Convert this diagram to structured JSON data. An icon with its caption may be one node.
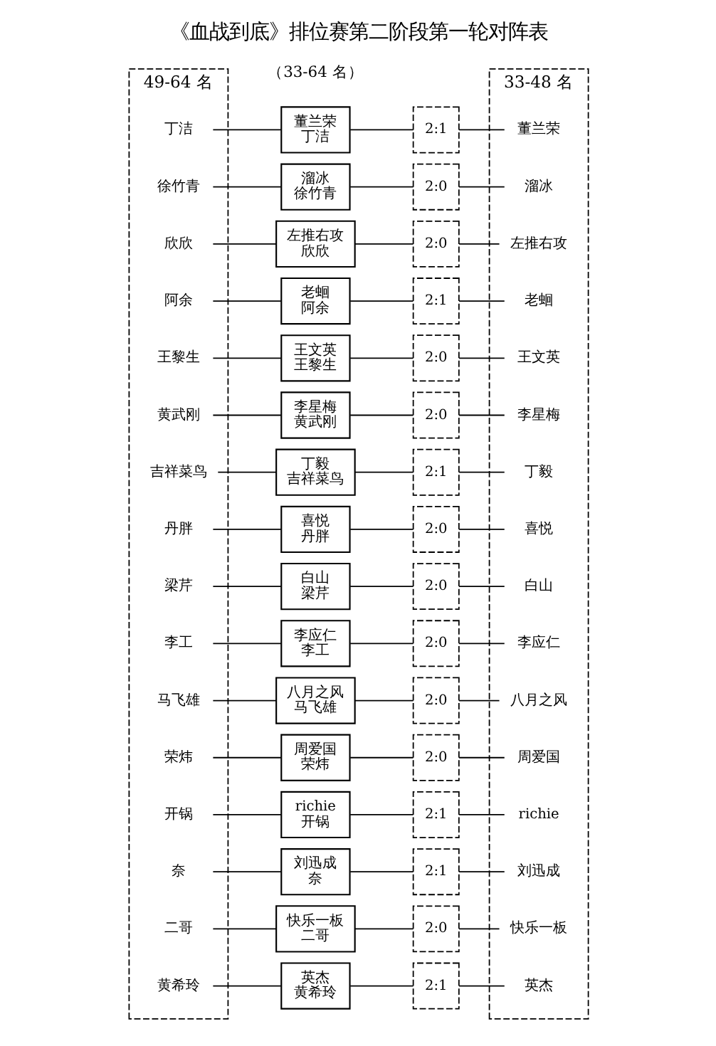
{
  "diagram": {
    "title": "《血战到底》排位赛第二阶段第一轮对阵表",
    "nodes": [
      {
        "text": [
          "49-64 名"
        ]
      },
      {
        "text": [
          "33-48 名"
        ]
      },
      {
        "text": [
          "丁洁"
        ],
        "in": 0
      },
      {
        "text": [
          "董兰荣",
          "丁洁"
        ]
      },
      {
        "text": [
          "2:1"
        ]
      },
      {
        "text": [
          "董兰荣"
        ],
        "in": 1
      },
      {
        "text": [
          "徐竹青"
        ],
        "in": 0
      },
      {
        "text": [
          "溜冰",
          "徐竹青"
        ]
      },
      {
        "text": [
          "2:0"
        ]
      },
      {
        "text": [
          "溜冰"
        ],
        "in": 1
      },
      {
        "text": [
          "欣欣"
        ],
        "in": 0
      },
      {
        "text": [
          "左推右攻",
          "欣欣"
        ]
      },
      {
        "text": [
          "2:0"
        ]
      },
      {
        "text": [
          "左推右攻"
        ],
        "in": 1
      },
      {
        "text": [
          "阿余"
        ],
        "in": 0
      },
      {
        "text": [
          "老蛔",
          "阿余"
        ]
      },
      {
        "text": [
          "2:1"
        ]
      },
      {
        "text": [
          "老蛔"
        ],
        "in": 1
      },
      {
        "text": [
          "王黎生"
        ],
        "in": 0
      },
      {
        "text": [
          "王文英",
          "王黎生"
        ]
      },
      {
        "text": [
          "2:0"
        ]
      },
      {
        "text": [
          "王文英"
        ],
        "in": 1
      },
      {
        "text": [
          "黄武刚"
        ],
        "in": 0
      },
      {
        "text": [
          "李星梅",
          "黄武刚"
        ]
      },
      {
        "text": [
          "2:0"
        ]
      },
      {
        "text": [
          "李星梅"
        ],
        "in": 1
      },
      {
        "text": [
          "吉祥菜鸟"
        ],
        "in": 0
      },
      {
        "text": [
          "丁毅",
          "吉祥菜鸟"
        ]
      },
      {
        "text": [
          "2:1"
        ]
      },
      {
        "text": [
          "丁毅"
        ],
        "in": 1
      },
      {
        "text": [
          "丹胖"
        ],
        "in": 0
      },
      {
        "text": [
          "喜悦",
          "丹胖"
        ]
      },
      {
        "text": [
          "2:0"
        ]
      },
      {
        "text": [
          "喜悦"
        ],
        "in": 1
      },
      {
        "text": [
          "梁芹"
        ],
        "in": 0
      },
      {
        "text": [
          "白山",
          "梁芹"
        ]
      },
      {
        "text": [
          "2:0"
        ]
      },
      {
        "text": [
          "白山"
        ],
        "in": 1
      },
      {
        "text": [
          "李工"
        ],
        "in": 0
      },
      {
        "text": [
          "李应仁",
          "李工"
        ]
      },
      {
        "text": [
          "2:0"
        ]
      },
      {
        "text": [
          "李应仁"
        ],
        "in": 1
      },
      {
        "text": [
          "马飞雄"
        ],
        "in": 0
      },
      {
        "text": [
          "八月之风",
          "马飞雄"
        ]
      },
      {
        "text": [
          "2:0"
        ]
      },
      {
        "text": [
          "八月之风"
        ],
        "in": 1
      },
      {
        "text": [
          "荣炜"
        ],
        "in": 0
      },
      {
        "text": [
          "周爱国",
          "荣炜"
        ]
      },
      {
        "text": [
          "2:0"
        ]
      },
      {
        "text": [
          "周爱国"
        ],
        "in": 1
      },
      {
        "text": [
          "开锅"
        ],
        "in": 0
      },
      {
        "text": [
          "richie",
          "开锅"
        ]
      },
      {
        "text": [
          "2:1"
        ]
      },
      {
        "text": [
          "richie"
        ],
        "in": 1
      },
      {
        "text": [
          "奈"
        ],
        "in": 0
      },
      {
        "text": [
          "刘迅成",
          "奈"
        ]
      },
      {
        "text": [
          "2:1"
        ]
      },
      {
        "text": [
          "刘迅成"
        ],
        "in": 1
      },
      {
        "text": [
          "二哥"
        ],
        "in": 0
      },
      {
        "text": [
          "快乐一板",
          "二哥"
        ]
      },
      {
        "text": [
          "2:0"
        ]
      },
      {
        "text": [
          "快乐一板"
        ],
        "in": 1
      },
      {
        "text": [
          "黄希玲"
        ],
        "in": 0
      },
      {
        "text": [
          "英杰",
          "黄希玲"
        ]
      },
      {
        "text": [
          "2:1"
        ]
      },
      {
        "text": [
          "英杰"
        ],
        "in": 1
      }
    ],
    "edges": [
      {
        "from": 2,
        "to": 3,
        "arrow": "none"
      },
      {
        "from": 3,
        "to": 4,
        "arrow": "none"
      },
      {
        "from": 4,
        "to": 5,
        "arrow": "none"
      },
      {
        "from": 6,
        "to": 7,
        "arrow": "none"
      },
      {
        "from": 7,
        "to": 8,
        "arrow": "none"
      },
      {
        "from": 8,
        "to": 9,
        "arrow": "none"
      },
      {
        "from": 10,
        "to": 11,
        "arrow": "none"
      },
      {
        "from": 11,
        "to": 12,
        "arrow": "none"
      },
      {
        "from": 12,
        "to": 13,
        "arrow": "none"
      },
      {
        "from": 14,
        "to": 15,
        "arrow": "none"
      },
      {
        "from": 15,
        "to": 16,
        "arrow": "none"
      },
      {
        "from": 16,
        "to": 17,
        "arrow": "none"
      },
      {
        "from": 18,
        "to": 19,
        "arrow": "none"
      },
      {
        "from": 19,
        "to": 20,
        "arrow": "none"
      },
      {
        "from": 20,
        "to": 21,
        "arrow": "none"
      },
      {
        "from": 22,
        "to": 23,
        "arrow": "none"
      },
      {
        "from": 23,
        "to": 24,
        "arrow": "none"
      },
      {
        "from": 24,
        "to": 25,
        "arrow": "none"
      },
      {
        "from": 26,
        "to": 27,
        "arrow": "none"
      },
      {
        "from": 27,
        "to": 28,
        "arrow": "none"
      },
      {
        "from": 28,
        "to": 29,
        "arrow": "none"
      },
      {
        "from": 30,
        "to": 31,
        "arrow": "none"
      },
      {
        "from": 31,
        "to": 32,
        "arrow": "none"
      },
      {
        "from": 32,
        "to": 33,
        "arrow": "none"
      },
      {
        "from": 34,
        "to": 35,
        "arrow": "none"
      },
      {
        "from": 35,
        "to": 36,
        "arrow": "none"
      },
      {
        "from": 36,
        "to": 37,
        "arrow": "none"
      },
      {
        "from": 38,
        "to": 39,
        "arrow": "none"
      },
      {
        "from": 39,
        "to": 40,
        "arrow": "none"
      },
      {
        "from": 40,
        "to": 41,
        "arrow": "none"
      },
      {
        "from": 42,
        "to": 43,
        "arrow": "none"
      },
      {
        "from": 43,
        "to": 44,
        "arrow": "none"
      },
      {
        "from": 44,
        "to": 45,
        "arrow": "none"
      },
      {
        "from": 46,
        "to": 47,
        "arrow": "none"
      },
      {
        "from": 47,
        "to": 48,
        "arrow": "none"
      },
      {
        "from": 48,
        "to": 49,
        "arrow": "none"
      },
      {
        "from": 50,
        "to": 51,
        "arrow": "none"
      },
      {
        "from": 51,
        "to": 52,
        "arrow": "none"
      },
      {
        "from": 52,
        "to": 53,
        "arrow": "none"
      },
      {
        "from": 54,
        "to": 55,
        "arrow": "none"
      },
      {
        "from": 55,
        "to": 56,
        "arrow": "none"
      },
      {
        "from": 56,
        "to": 57,
        "arrow": "none"
      },
      {
        "from": 58,
        "to": 59,
        "arrow": "none"
      },
      {
        "from": 59,
        "to": 60,
        "arrow": "none"
      },
      {
        "from": 60,
        "to": 61,
        "arrow": "none"
      },
      {
        "from": 62,
        "to": 63,
        "arrow": "none"
      },
      {
        "from": 63,
        "to": 64,
        "arrow": "none"
      },
      {
        "from": 64,
        "to": 65,
        "arrow": "none"
      }
    ],
    "labels": [
      "（33-64 名）"
    ]
  }
}
